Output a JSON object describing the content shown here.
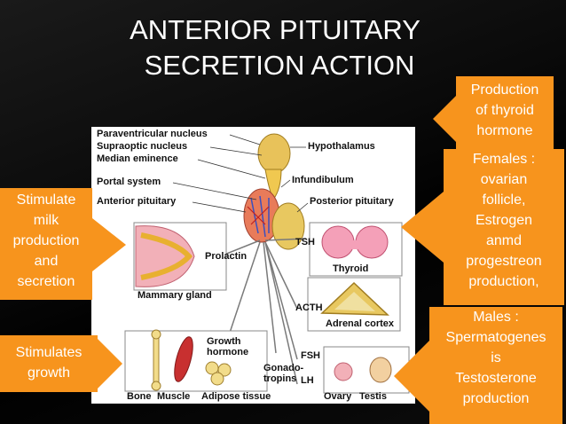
{
  "title": {
    "line1": "ANTERIOR PITUITARY",
    "line2": "SECRETION ACTION"
  },
  "figure": {
    "labels": {
      "paraventricular": "Paraventricular nucleus",
      "supraoptic": "Supraoptic nucleus",
      "median_eminence": "Median eminence",
      "portal_system": "Portal system",
      "anterior_pituitary": "Anterior pituitary",
      "hypothalamus": "Hypothalamus",
      "infundibulum": "Infundibulum",
      "posterior_pituitary": "Posterior pituitary",
      "prolactin": "Prolactin",
      "tsh": "TSH",
      "thyroid": "Thyroid",
      "mammary_gland": "Mammary gland",
      "acth": "ACTH",
      "adrenal_cortex": "Adrenal cortex",
      "growth_hormone_1": "Growth",
      "growth_hormone_2": "hormone",
      "gonadotropins_1": "Gonado-",
      "gonadotropins_2": "tropins",
      "fsh": "FSH",
      "lh": "LH",
      "bone": "Bone",
      "muscle": "Muscle",
      "adipose": "Adipose tissue",
      "ovary": "Ovary",
      "testis": "Testis"
    }
  },
  "callouts": {
    "thyroid": [
      "Production",
      "of thyroid",
      "hormone"
    ],
    "female": [
      "Females :",
      "ovarian",
      "follicle,",
      "Estrogen",
      "anmd",
      "progestreon",
      "production,"
    ],
    "male": [
      "Males :",
      "Spermatogenes",
      "is",
      "Testosterone",
      "production"
    ],
    "milk": [
      "Stimulate",
      "milk",
      "production",
      "and",
      "secretion"
    ],
    "growth": [
      "Stimulates",
      "growth"
    ]
  },
  "colors": {
    "callout": "#f7941d",
    "background": "#000000",
    "title": "#ffffff"
  }
}
